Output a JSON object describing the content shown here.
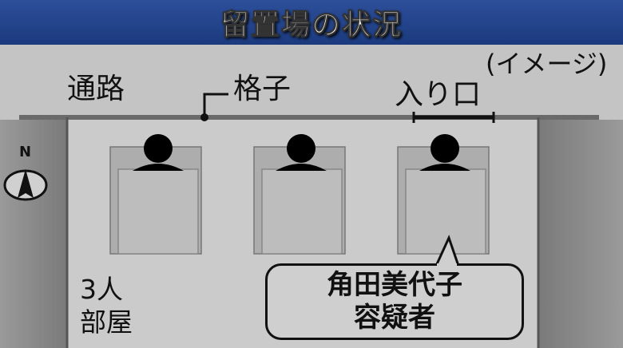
{
  "title": "留置場の状況",
  "labels": {
    "aisle": "通路",
    "grille": "格子",
    "entrance": "入り口",
    "image_note": "(イメージ)",
    "room_line1": "3人",
    "room_line2": "部屋",
    "suspect_name": "角田美代子",
    "suspect_role": "容疑者",
    "compass": "N"
  },
  "occupants": [
    {
      "role": "detainee"
    },
    {
      "role": "detainee"
    },
    {
      "role": "suspect"
    }
  ],
  "colors": {
    "title_bg": "#1b3a7e",
    "wall": "#8e8e8e",
    "floor": "#c8c8c8",
    "mattress": "#b8b8b8",
    "figure": "#000000"
  }
}
